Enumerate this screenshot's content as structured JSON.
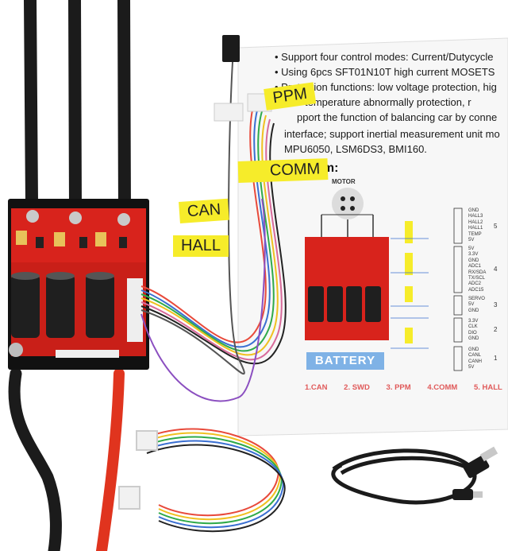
{
  "manual": {
    "bullets": [
      "Support four control modes: Current/Dutycycle",
      "Using 6pcs SFT01N10T high current MOSETS",
      "Protection functions: low voltage protection, hig"
    ],
    "lines": [
      "temperature abnormally protection, r",
      "pport the function of balancing car by conne",
      "interface; support inertial measurement unit mo",
      "MPU6050, LSM6DS3, BMI160."
    ],
    "diagram_heading": "gram:",
    "motor_label": "MOTOR",
    "battery_label": "BATTERY",
    "port_labels": [
      "1.CAN",
      "2. SWD",
      "3. PPM",
      "4.COMM",
      "5. HALL"
    ],
    "pin_groups": [
      [
        "GND",
        "HALL3",
        "HALL2",
        "HALL1",
        "TEMP",
        "5V"
      ],
      [
        "5V",
        "3.3V",
        "GND",
        "ADC1",
        "RX/SDA",
        "TX/SCL",
        "ADC2",
        "ADC15"
      ],
      [
        "SERVO",
        "5V",
        "GND"
      ],
      [
        "3.3V",
        "CLK",
        "DIO",
        "GND"
      ],
      [
        "GND",
        "CANL",
        "CANH",
        "5V"
      ]
    ],
    "pin_numbers": [
      "5",
      "4",
      "3",
      "2",
      "1"
    ]
  },
  "tags": {
    "ppm": "PPM",
    "comm": "COMM",
    "can": "CAN",
    "hall": "HALL"
  },
  "colors": {
    "board_red": "#d8231c",
    "heatsink_black": "#111111",
    "tag_yellow": "#f6ec2a",
    "battery_blue": "#7fb2e6",
    "cable_black": "#1b1b1b",
    "cable_red": "#e0341e"
  }
}
